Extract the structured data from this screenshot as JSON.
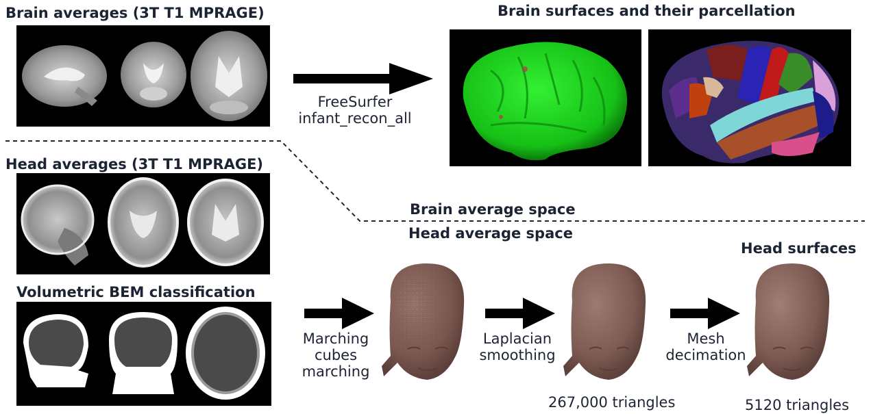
{
  "left": {
    "brain_averages_title": "Brain averages (3T T1 MPRAGE)",
    "head_averages_title": "Head averages (3T T1 MPRAGE)",
    "bem_title": "Volumetric BEM classification"
  },
  "top_right": {
    "surfaces_title": "Brain surfaces and their parcellation",
    "arrow_label_line1": "FreeSurfer",
    "arrow_label_line2": "infant_recon_all"
  },
  "spaces": {
    "brain_space_label": "Brain average space",
    "head_space_label": "Head average space"
  },
  "pipeline": {
    "head_surfaces_title": "Head surfaces",
    "step1": [
      "Marching",
      "cubes",
      "marching"
    ],
    "step2": [
      "Laplacian",
      "smoothing"
    ],
    "step3": [
      "Mesh",
      "decimation"
    ],
    "count_smoothed": "267,000 triangles",
    "count_decimated": "5120 triangles"
  },
  "colors": {
    "text": "#1c2433",
    "brain_surface": "#19d119",
    "head_mesh": "#7d5a52"
  },
  "parcellation_colors": [
    "#5b2e8e",
    "#7a1e1e",
    "#2a23b3",
    "#c01a1a",
    "#3a8c28",
    "#d9a0d9",
    "#c77a3a",
    "#7ed6d6",
    "#a8502a",
    "#d84f8c",
    "#1c1c8a",
    "#c04010"
  ]
}
